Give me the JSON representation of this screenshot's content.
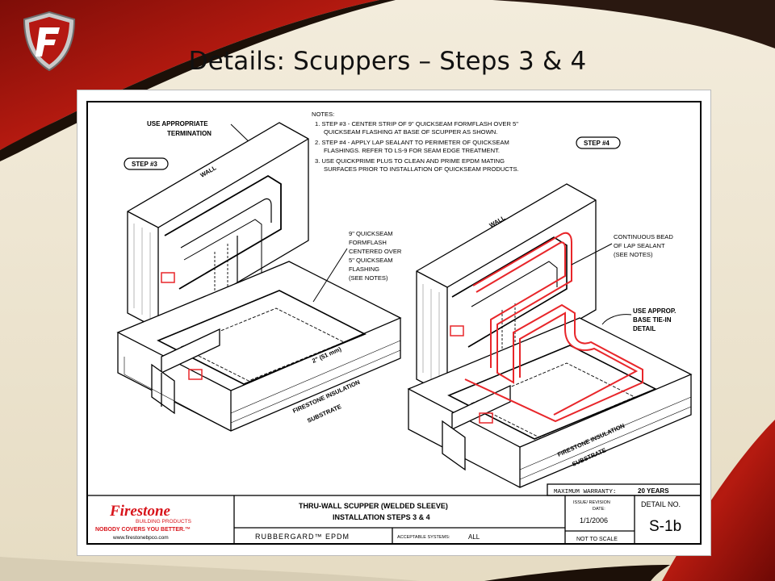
{
  "slide": {
    "title": "Details: Scuppers – Steps 3 & 4",
    "logo_icon": "firestone-f-shield-icon"
  },
  "notes": {
    "heading": "NOTES:",
    "line1": "1.  STEP #3 - CENTER STRIP OF 9\" QUICKSEAM FORMFLASH OVER 5\"",
    "line2": "QUICKSEAM FLASHING AT BASE OF SCUPPER AS SHOWN.",
    "line3": "2.  STEP #4 - APPLY LAP SEALANT TO PERIMETER OF QUICKSEAM",
    "line4": "FLASHINGS. REFER TO LS-9 FOR SEAM EDGE TREATMENT.",
    "line5": "3.  USE QUICKPRIME PLUS TO CLEAN AND PRIME EPDM MATING",
    "line6": "SURFACES PRIOR TO INSTALLATION OF QUICKSEAM PRODUCTS."
  },
  "labels": {
    "step3": "STEP #3",
    "step4": "STEP #4",
    "termination1": "USE APPROPRIATE",
    "termination2": "TERMINATION",
    "formflash1": "9\" QUICKSEAM",
    "formflash2": "FORMFLASH",
    "formflash3": "CENTERED OVER",
    "formflash4": "5\" QUICKSEAM",
    "formflash5": "FLASHING",
    "formflash6": "(SEE NOTES)",
    "bead1": "CONTINUOUS BEAD",
    "bead2": "OF LAP SEALANT",
    "bead3": "(SEE NOTES)",
    "base1": "USE APPROP.",
    "base2": "BASE TIE-IN",
    "base3": "DETAIL",
    "wall": "WALL",
    "insulation": "FIRESTONE INSULATION",
    "substrate": "SUBSTRATE",
    "dimension": "2\" (51 mm)"
  },
  "titleblock": {
    "warranty_label": "MAXIMUM WARRANTY:",
    "warranty_value": "20 YEARS",
    "brand": "Firestone",
    "brand_sub": "BUILDING PRODUCTS",
    "slogan": "NOBODY COVERS YOU BETTER.™",
    "website": "www.firestonebpco.com",
    "title1": "THRU-WALL SCUPPER (WELDED SLEEVE)",
    "title2": "INSTALLATION STEPS 3 & 4",
    "product": "RUBBERGARD™ EPDM",
    "systems_label": "ACCEPTABLE SYSTEMS:",
    "systems_value": "ALL",
    "issue_label1": "ISSUE/ REVISION",
    "issue_label2": "DATE:",
    "issue_date": "1/1/2006",
    "scale": "NOT TO SCALE",
    "detail_label": "DETAIL NO.",
    "detail_no": "S-1b"
  },
  "colors": {
    "brand_red": "#d8141b",
    "sealant_red": "#e8262a",
    "frame_red": "#a8140c"
  }
}
